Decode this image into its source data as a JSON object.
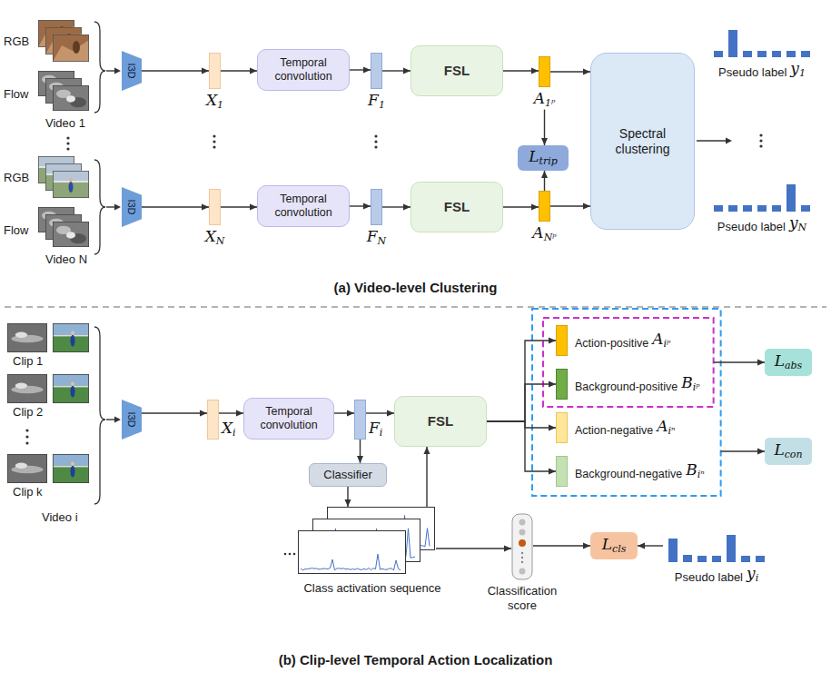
{
  "diagram": {
    "nodes": [
      {
        "text": [
          "I3D"
        ]
      },
      {
        "text": [
          "X1"
        ]
      },
      {
        "text": [
          "Temporal convolution"
        ]
      },
      {
        "text": [
          "F1"
        ]
      },
      {
        "text": [
          "FSL"
        ]
      },
      {
        "text": [
          "A1ᵖ"
        ]
      },
      {
        "text": [
          "Ltrip"
        ]
      },
      {
        "text": [
          "Spectral clustering"
        ]
      },
      {
        "text": [
          "Pseudo label",
          "y1"
        ]
      },
      {
        "text": [
          "I3D"
        ]
      },
      {
        "text": [
          "XN"
        ]
      },
      {
        "text": [
          "Temporal convolution"
        ]
      },
      {
        "text": [
          "FN"
        ]
      },
      {
        "text": [
          "FSL"
        ]
      },
      {
        "text": [
          "ANᵖ"
        ]
      },
      {
        "text": [
          "Pseudo label",
          "yN"
        ]
      },
      {
        "text": [
          "I3D"
        ]
      },
      {
        "text": [
          "Xi"
        ]
      },
      {
        "text": [
          "Temporal convolution"
        ]
      },
      {
        "text": [
          "Fi"
        ]
      },
      {
        "text": [
          "FSL"
        ]
      },
      {
        "text": [
          "Classifier"
        ]
      },
      {
        "text": [
          "Class activation sequence"
        ]
      },
      {
        "text": [
          "Classification score"
        ]
      },
      {
        "text": [
          "Lcls"
        ]
      },
      {
        "text": [
          "Pseudo label",
          "yi"
        ]
      },
      {
        "text": [
          "Action-positive",
          "Aiᵖ"
        ]
      },
      {
        "text": [
          "Background-positive",
          "Biᵖ"
        ]
      },
      {
        "text": [
          "Action-negative",
          "Aiⁿ"
        ]
      },
      {
        "text": [
          "Background-negative",
          "Biⁿ"
        ]
      },
      {
        "text": [
          "Labs"
        ]
      },
      {
        "text": [
          "Lcon"
        ]
      }
    ],
    "edges": [
      {
        "from": 0,
        "to": 1,
        "arrow": "to"
      },
      {
        "from": 1,
        "to": 2,
        "arrow": "to"
      },
      {
        "from": 2,
        "to": 3,
        "arrow": "to"
      },
      {
        "from": 3,
        "to": 4,
        "arrow": "to"
      },
      {
        "from": 4,
        "to": 5,
        "arrow": "to"
      },
      {
        "from": 5,
        "to": 7,
        "arrow": "to"
      },
      {
        "from": 5,
        "to": 6,
        "arrow": "to"
      },
      {
        "from": 9,
        "to": 10,
        "arrow": "to"
      },
      {
        "from": 10,
        "to": 11,
        "arrow": "to"
      },
      {
        "from": 11,
        "to": 12,
        "arrow": "to"
      },
      {
        "from": 12,
        "to": 13,
        "arrow": "to"
      },
      {
        "from": 13,
        "to": 14,
        "arrow": "to"
      },
      {
        "from": 14,
        "to": 7,
        "arrow": "to"
      },
      {
        "from": 14,
        "to": 6,
        "arrow": "to"
      },
      {
        "from": 16,
        "to": 17,
        "arrow": "to"
      },
      {
        "from": 17,
        "to": 18,
        "arrow": "to"
      },
      {
        "from": 18,
        "to": 19,
        "arrow": "to"
      },
      {
        "from": 19,
        "to": 20,
        "arrow": "to"
      },
      {
        "from": 19,
        "to": 21,
        "arrow": "to"
      },
      {
        "from": 21,
        "to": 22,
        "arrow": "to"
      },
      {
        "from": 22,
        "to": 20,
        "arrow": "to"
      },
      {
        "from": 22,
        "to": 23,
        "arrow": "to"
      },
      {
        "from": 23,
        "to": 24,
        "arrow": "to"
      },
      {
        "from": 25,
        "to": 24,
        "arrow": "to"
      },
      {
        "from": 20,
        "to": 26,
        "arrow": "to"
      },
      {
        "from": 20,
        "to": 27,
        "arrow": "to"
      },
      {
        "from": 20,
        "to": 28,
        "arrow": "to"
      },
      {
        "from": 20,
        "to": 29,
        "arrow": "to"
      }
    ],
    "labels": [
      "RGB",
      "Flow",
      "Video 1",
      "RGB",
      "Flow",
      "Video N",
      "Clip 1",
      "Clip 2",
      "Clip k",
      "Video i",
      "(a) Video-level Clustering",
      "(b) Clip-level Temporal Action Localization"
    ]
  }
}
